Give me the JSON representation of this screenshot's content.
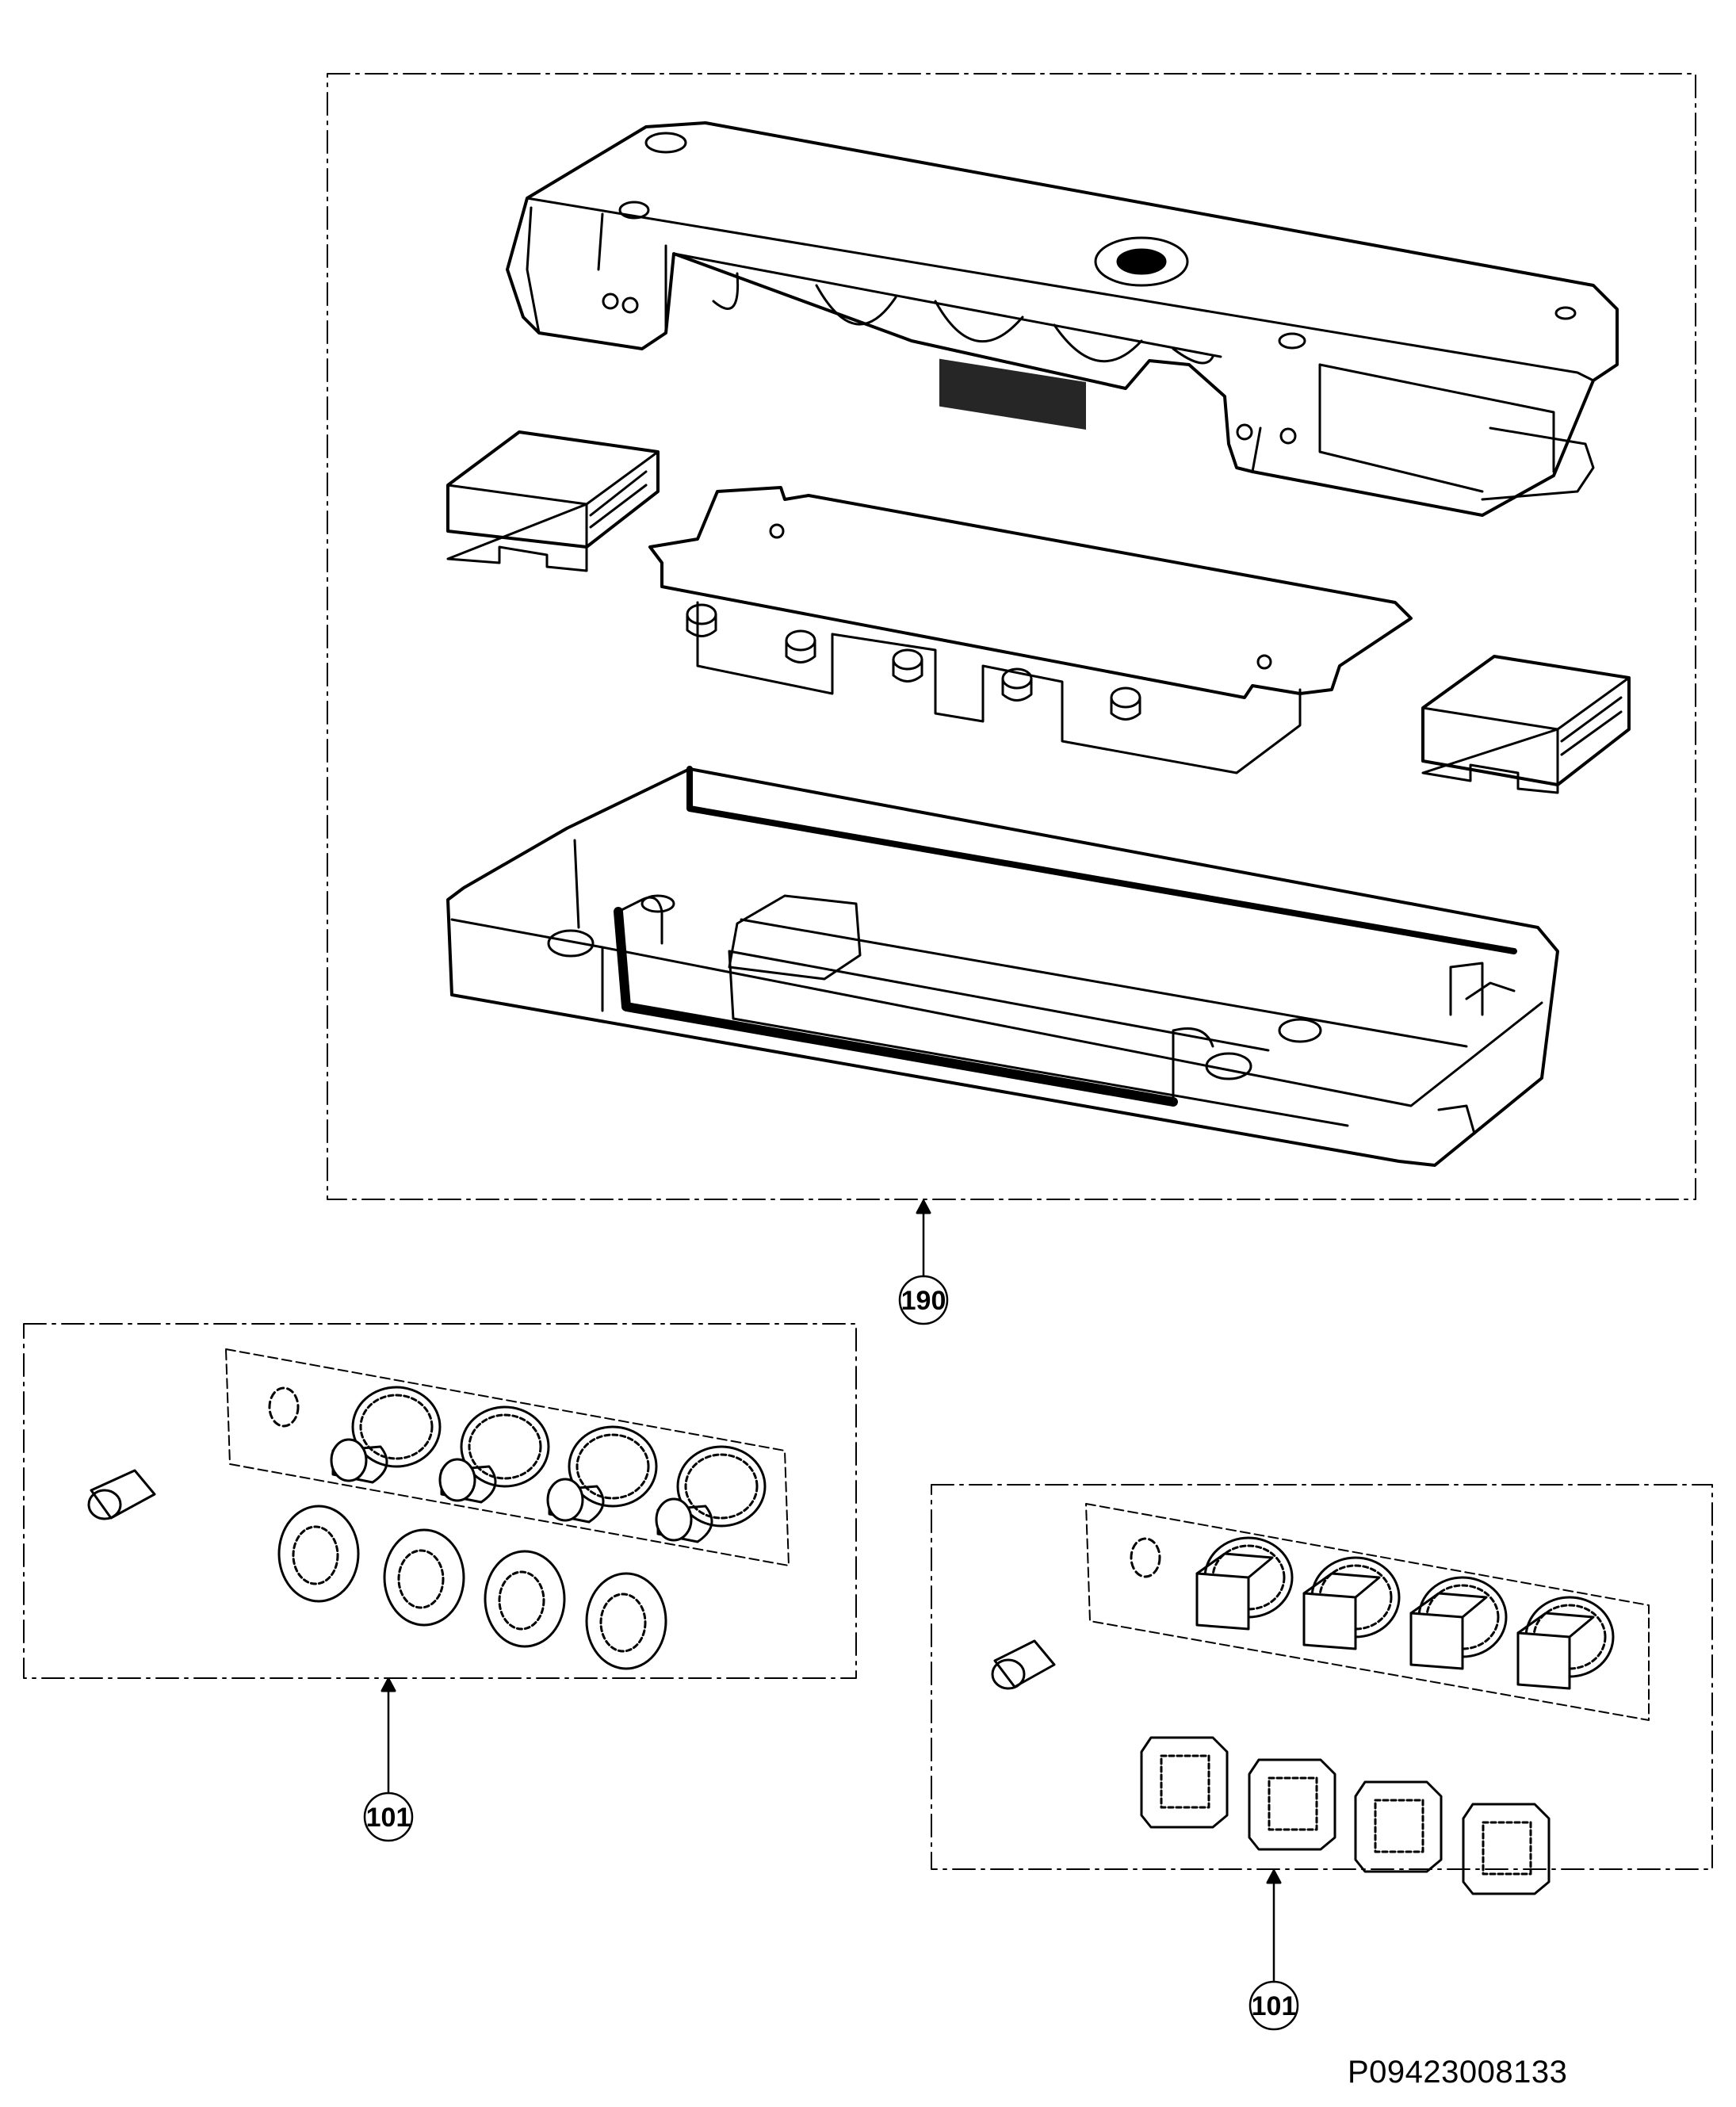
{
  "document_code": "P09423008133",
  "callouts": [
    {
      "label": "190"
    },
    {
      "label": "101"
    },
    {
      "label": "101"
    }
  ],
  "colors": {
    "line": "#000000",
    "background": "#ffffff"
  }
}
